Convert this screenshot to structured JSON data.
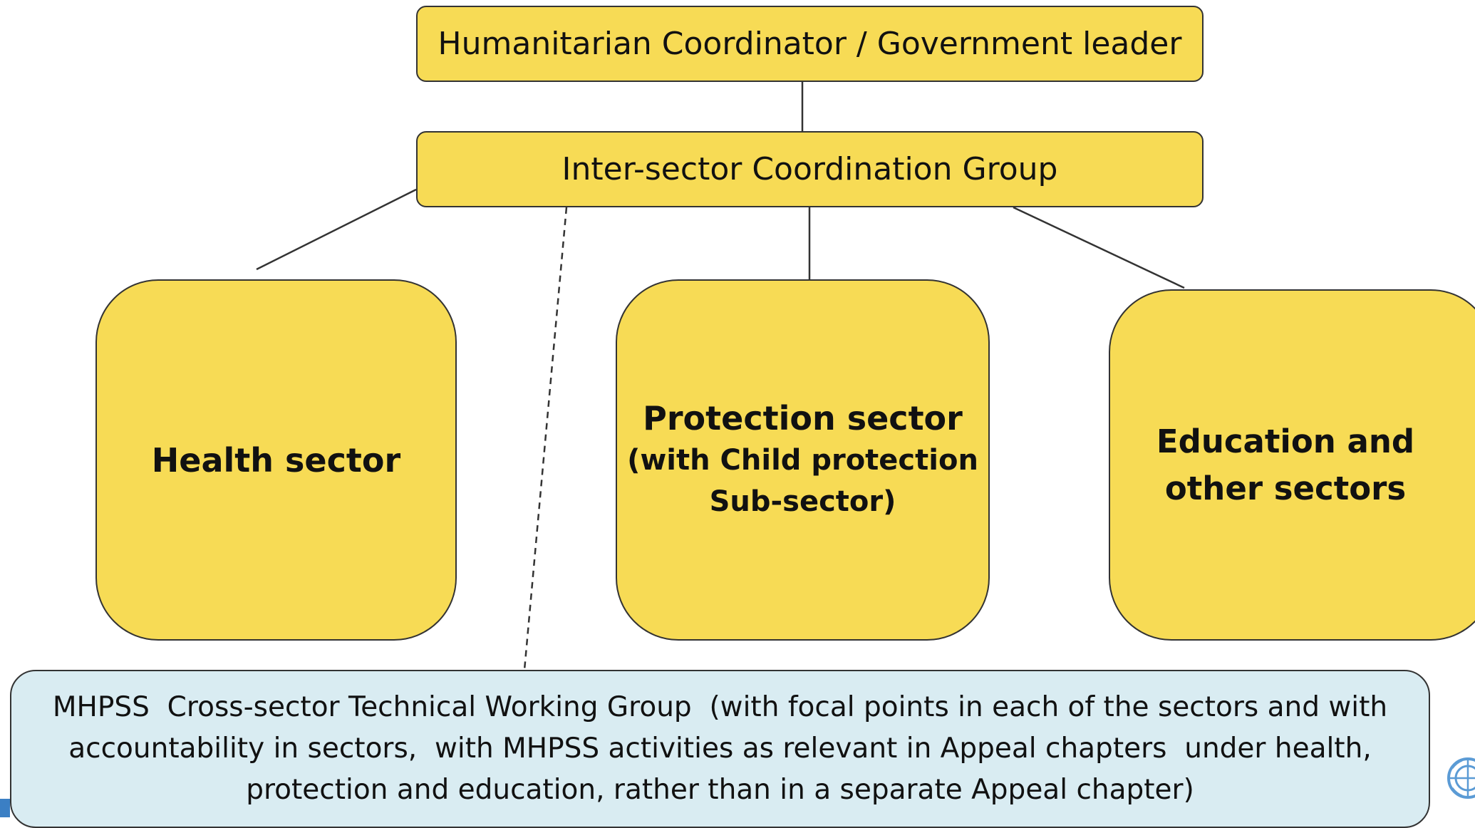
{
  "top_box": {
    "label": "Humanitarian Coordinator / Government leader"
  },
  "coordination_group": {
    "label": "Inter-sector Coordination Group"
  },
  "sectors": [
    {
      "title": "Health sector"
    },
    {
      "title": "Protection sector",
      "subtitle_line1": "(with Child protection",
      "subtitle_line2": "Sub-sector)"
    },
    {
      "title": "Education and other sectors"
    }
  ],
  "mhpss_group": {
    "line1": "MHPSS  Cross-sector Technical Working Group  (with focal points in each of the sectors and with",
    "line2": "accountability in sectors,  with MHPSS activities as relevant in Appeal chapters  under health,",
    "line3": "protection and education, rather than in a separate Appeal chapter)"
  },
  "colors": {
    "box_fill": "#f7db55",
    "mhpss_fill": "#d9ecf2",
    "border": "#333333",
    "logo_blue": "#5b9bd5",
    "corner_blue": "#3b7fc4"
  },
  "icons": {
    "logo": "un-emblem-icon"
  }
}
